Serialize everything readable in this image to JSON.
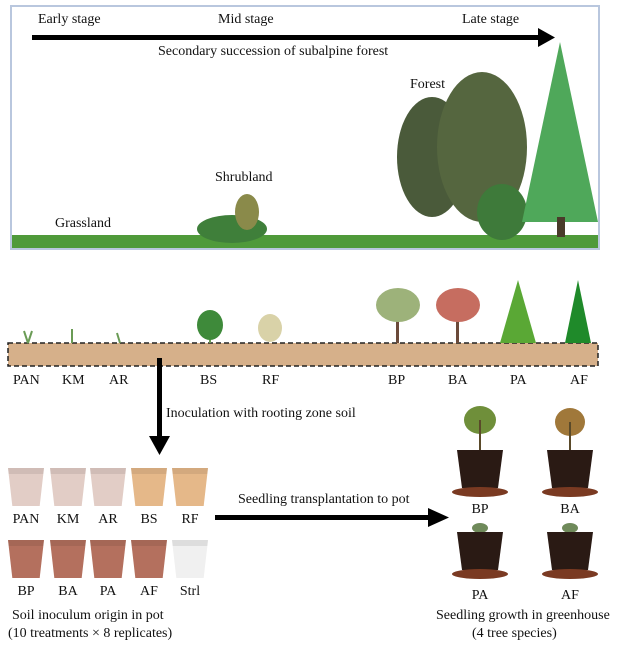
{
  "succession": {
    "early": "Early stage",
    "mid": "Mid stage",
    "late": "Late stage",
    "title": "Secondary succession of subalpine forest",
    "grassland": "Grassland",
    "shrubland": "Shrubland",
    "forest": "Forest"
  },
  "species": [
    "PAN",
    "KM",
    "AR",
    "BS",
    "RF",
    "BP",
    "BA",
    "PA",
    "AF"
  ],
  "inoculation": "Inoculation with rooting zone soil",
  "pots": {
    "row1": [
      "PAN",
      "KM",
      "AR",
      "BS",
      "RF"
    ],
    "row2": [
      "BP",
      "BA",
      "PA",
      "AF",
      "Strl"
    ],
    "caption1": "Soil inoculum origin in pot",
    "caption2": "(10 treatments × 8 replicates)"
  },
  "transplant": "Seedling transplantation to pot",
  "seedlings": {
    "labels": [
      "BP",
      "BA",
      "PA",
      "AF"
    ],
    "caption1": "Seedling growth in greenhouse",
    "caption2": "(4 tree species)"
  },
  "colors": {
    "soil": "#d6b08a",
    "pot_light": "#e2cdc6",
    "pot_tan": "#e5b889",
    "pot_brown": "#b4705e",
    "pot_white": "#f0f0f0"
  }
}
